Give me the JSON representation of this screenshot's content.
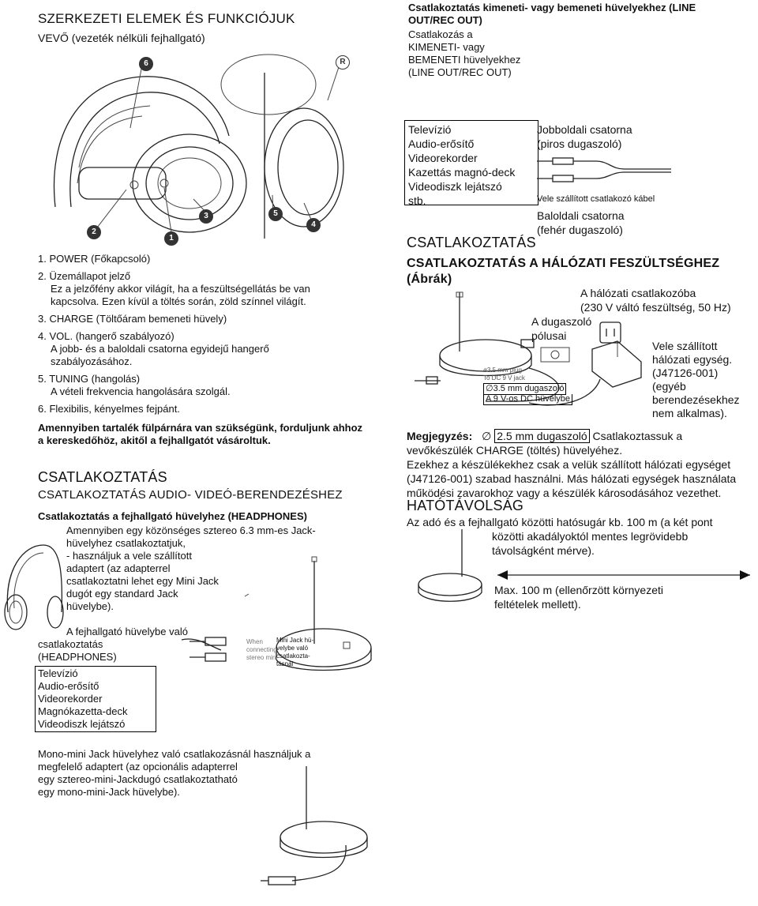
{
  "left": {
    "heading": "SZERKEZETI ELEMEK ÉS FUNKCIÓJUK",
    "subheading": "VEVŐ (vezeték nélküli fejhallgató)",
    "callouts": [
      "6",
      "R",
      "5",
      "4",
      "3",
      "2",
      "1"
    ],
    "items": [
      {
        "title": "1. POWER (Főkapcsoló)",
        "desc": ""
      },
      {
        "title": "2. Üzemállapot jelző",
        "desc": "Ez a jelzőfény akkor világít, ha a feszültségellátás be van kapcsolva. Ezen kívül a töltés során, zöld színnel világít."
      },
      {
        "title": "3. CHARGE (Töltőáram bemeneti hüvely)",
        "desc": ""
      },
      {
        "title": "4. VOL. (hangerő szabályozó)",
        "desc": "A jobb- és a baloldali csatorna egyidejű hangerő szabályozásához."
      },
      {
        "title": "5. TUNING (hangolás)",
        "desc": "A vételi frekvencia hangolására szolgál."
      },
      {
        "title": "6. Flexibilis, kényelmes fejpánt.",
        "desc": ""
      }
    ],
    "note": "Amennyiben tartalék fülpárnára van szükségünk, forduljunk ahhoz a kereskedőhöz, akitől a fejhallgatót vásároltuk.",
    "section_title": "CSATLAKOZTATÁS",
    "section_subtitle": "CSATLAKOZTATÁS AUDIO- VIDEÓ-BERENDEZÉSHEZ",
    "headphones_heading": "Csatlakoztatás a fejhallgató hüvelyhez (HEADPHONES)",
    "headphones_text_lines": [
      "Amennyiben egy közönséges sztereo 6.3 mm-es Jack-",
      "hüvelyhez csatlakoztatjuk,",
      "- használjuk a vele szállított",
      "adaptert (az adapterrel",
      "csatlakoztatni lehet egy Mini Jack",
      "dugót egy standard Jack",
      "hüvelybe)."
    ],
    "headphones_caption_lines": [
      "A fejhallgató hüvelybe való",
      "csatlakoztatás",
      "(HEADPHONES)"
    ],
    "devices_box": [
      "Televízió",
      "Audio-erősítő",
      "Videorekorder",
      "Magnókazetta-deck",
      "Videodiszk lejátszó"
    ],
    "jack_label_lines": [
      "Mini Jack hü-",
      "velybe való",
      "csatlakozta-",
      "tásnál"
    ],
    "mono_note_lines": [
      "Mono-mini Jack hüvelyhez való csatlakozásnál használjuk a",
      "megfelelő adaptert (az opcionális adapterrel",
      "egy sztereo-mini-Jackdugó csatlakoztatható",
      "egy mono-mini-Jack hüvelybe)."
    ],
    "faint_labels": [
      "When",
      "connecting",
      "stereo mini"
    ]
  },
  "right": {
    "line_out_bold": [
      "Csatlakoztatás kimeneti- vagy bemeneti hüvelyekhez (LINE",
      "OUT/REC OUT)"
    ],
    "line_out_text": [
      "Csatlakozás a",
      "KIMENETI- vagy",
      "BEMENETI hüvelyekhez",
      "(LINE OUT/REC OUT)"
    ],
    "devices_box": [
      "Televízió",
      "Audio-erősítő",
      "Videorekorder",
      "Kazettás magnó-deck",
      "Videodiszk lejátszó",
      "stb."
    ],
    "right_channel": [
      "Jobboldali csatorna",
      "(piros dugaszoló)"
    ],
    "cable_label": "Vele szállított csatlakozó kábel",
    "left_channel": [
      "Baloldali csatorna",
      "(fehér dugaszoló)"
    ],
    "section_title": "CSATLAKOZTATÁS",
    "section_subtitle": [
      "CSATLAKOZTATÁS A HÁLÓZATI FESZÜLTSÉGHEZ",
      "(Ábrák)"
    ],
    "mains_label": [
      "A hálózati csatlakozóba",
      "(230 V váltó feszültség, 50 Hz)"
    ],
    "plug_polarity": [
      "A dugaszoló",
      "pólusai"
    ],
    "adapter_label": [
      "Vele szállított",
      "hálózati egység.",
      "(J47126-001)",
      "(egyéb",
      "berendezésekhez",
      "nem alkalmas)."
    ],
    "device_faint": [
      "ø3.5 mm plug",
      "To DC 9 V jack"
    ],
    "dc_plug": "3.5 mm dugaszoló",
    "dc_jack": "A 9 V-os DC hüvelybe",
    "note_label": "Megjegyzés:",
    "note_line1_a": "2.5 mm dugaszoló",
    "note_line1_b": " Csatlakoztassuk a",
    "note_lines": [
      "vevőkészülék CHARGE (töltés) hüvelyéhez.",
      "Ezekhez a készülékekhez csak a velük szállított hálózati egységet",
      "(J47126-001) szabad használni. Más hálózati egységek használata",
      "működési zavarokhoz vagy a készülék károsodásához vezethet."
    ],
    "range_title": "HATÓTÁVOLSÁG",
    "range_lines": [
      "Az adó és a fejhallgató közötti hatósugár kb. 100  m (a két pont",
      "közötti akadályoktól mentes legrövidebb",
      "távolságként mérve)."
    ],
    "range_max": [
      "Max. 100 m (ellenőrzött környezeti",
      "feltételek mellett)."
    ]
  }
}
